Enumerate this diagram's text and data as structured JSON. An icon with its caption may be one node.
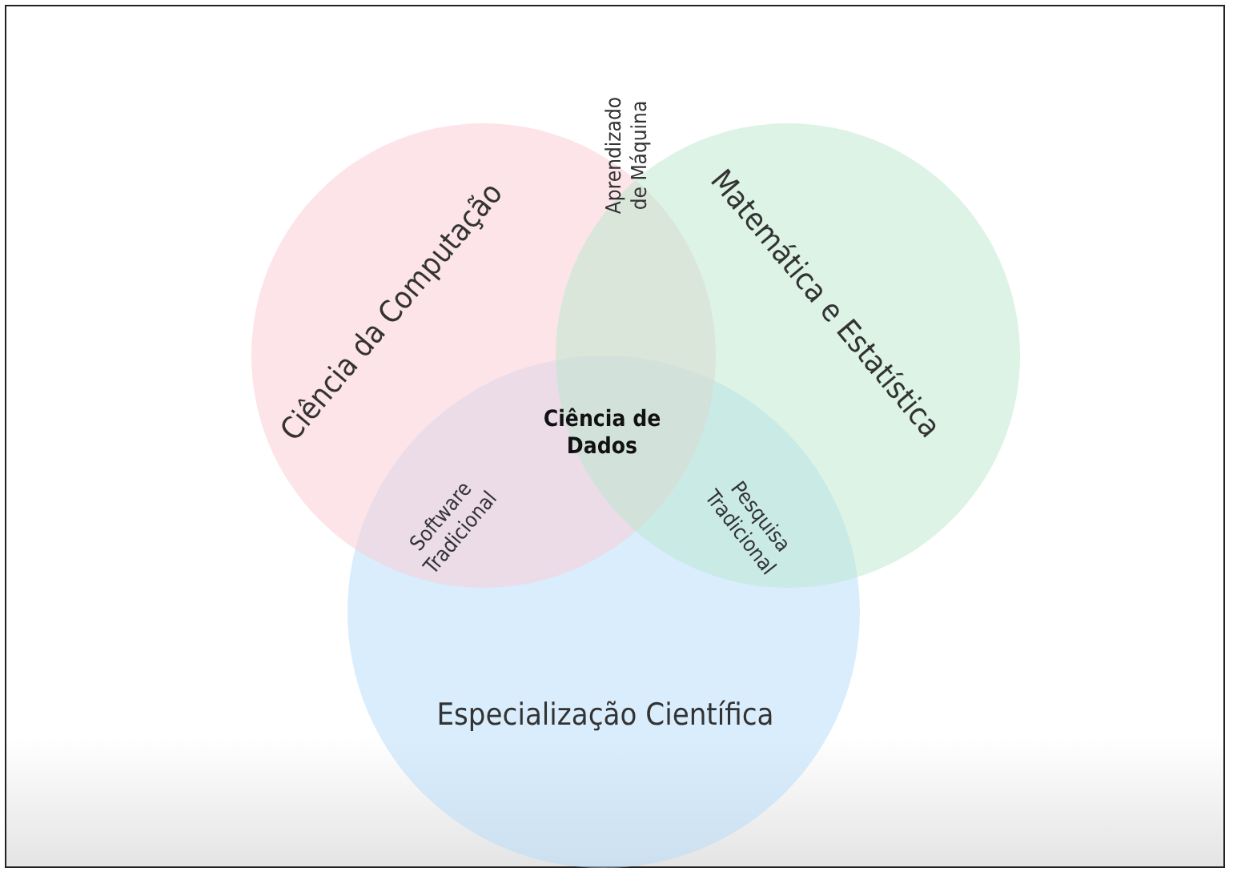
{
  "diagram": {
    "nodes": [
      {
        "text": [
          "Ciência da Computação"
        ]
      },
      {
        "text": [
          "Matemática e Estatística"
        ]
      },
      {
        "text": [
          "Especialização Científica"
        ]
      }
    ],
    "labels": [
      "Aprendizado de Máquina",
      "Ciência de Dados",
      "Software Tradicional",
      "Pesquisa Tradicional"
    ]
  }
}
